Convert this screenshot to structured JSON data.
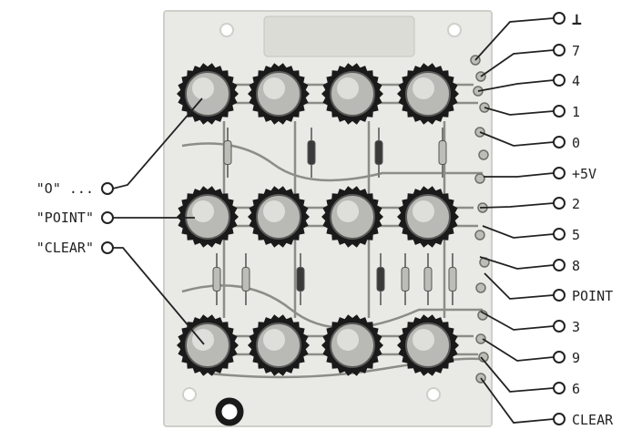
{
  "diagram": {
    "left_labels": [
      {
        "id": "zero-dots",
        "text": "\"O\" ..."
      },
      {
        "id": "point",
        "text": "\"POINT\""
      },
      {
        "id": "clear",
        "text": "\"CLEAR\""
      }
    ],
    "right_labels": [
      {
        "id": "ground",
        "text": "⊥"
      },
      {
        "id": "7",
        "text": "7"
      },
      {
        "id": "4",
        "text": "4"
      },
      {
        "id": "1",
        "text": "1"
      },
      {
        "id": "0",
        "text": "0"
      },
      {
        "id": "plus5v",
        "text": "+5V"
      },
      {
        "id": "2",
        "text": "2"
      },
      {
        "id": "5",
        "text": "5"
      },
      {
        "id": "8",
        "text": "8"
      },
      {
        "id": "point",
        "text": "POINT"
      },
      {
        "id": "3",
        "text": "3"
      },
      {
        "id": "9",
        "text": "9"
      },
      {
        "id": "6",
        "text": "6"
      },
      {
        "id": "clear",
        "text": "CLEAR"
      }
    ],
    "keypad": {
      "rows": 3,
      "cols": 4
    },
    "colors": {
      "board": "#e9e9e5",
      "board_edge": "#cfcfca",
      "trace": "#8d8d88",
      "key_outer": "#1a1a1a",
      "key_inner": "#b9b9b6",
      "key_highlight": "#e7e7e4",
      "line": "#222222"
    }
  }
}
